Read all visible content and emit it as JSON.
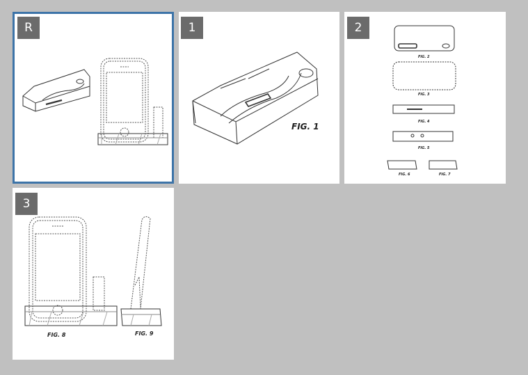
{
  "tiles": [
    {
      "badge": "R",
      "selected": true
    },
    {
      "badge": "1",
      "figs": [
        "FIG. 1"
      ]
    },
    {
      "badge": "2",
      "figs": [
        "FIG. 2",
        "FIG. 3",
        "FIG. 4",
        "FIG. 5",
        "FIG. 6",
        "FIG. 7"
      ]
    },
    {
      "badge": "3",
      "figs": [
        "FIG. 8",
        "FIG. 9"
      ]
    }
  ],
  "colors": {
    "background": "#c0c0c0",
    "selected_border": "#3d74a8",
    "badge": "#6b6b6b"
  }
}
